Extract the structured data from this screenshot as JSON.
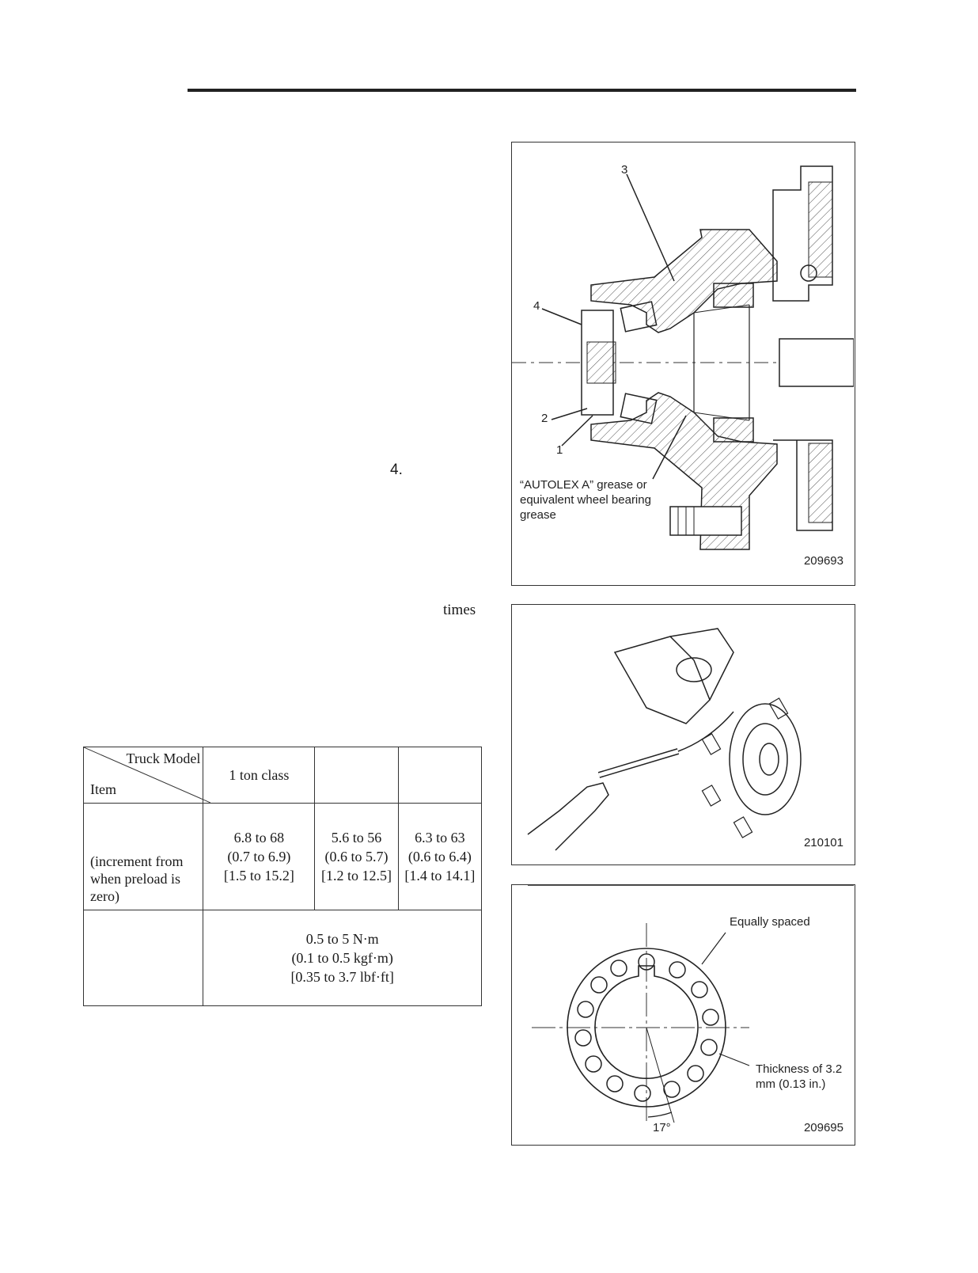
{
  "page": {
    "fragment_step": "4.",
    "fragment_times": "times"
  },
  "figures": [
    {
      "number": "209693",
      "callouts": [
        "3",
        "4",
        "2",
        "1"
      ],
      "note": "“AUTOLEX A” grease or equivalent wheel bearing grease"
    },
    {
      "number": "210101"
    },
    {
      "number": "209695",
      "label_equally_spaced": "Equally spaced",
      "label_thickness": "Thickness of 3.2 mm (0.13 in.)",
      "angle": "17°"
    }
  ],
  "spec_table": {
    "header_truck_model": "Truck Model",
    "header_item": "Item",
    "columns": [
      "1 ton class",
      "",
      ""
    ],
    "row1_item_note": "(increment from when preload is zero)",
    "row1_values": [
      [
        "6.8 to 68",
        "(0.7 to 6.9)",
        "[1.5 to 15.2]"
      ],
      [
        "5.6 to 56",
        "(0.6 to 5.7)",
        "[1.2 to 12.5]"
      ],
      [
        "6.3 to 63",
        "(0.6 to 6.4)",
        "[1.4 to 14.1]"
      ]
    ],
    "row2_item": "",
    "row2_value": [
      "0.5 to 5 N·m",
      "(0.1 to 0.5 kgf·m)",
      "[0.35 to 3.7 lbf·ft]"
    ]
  }
}
